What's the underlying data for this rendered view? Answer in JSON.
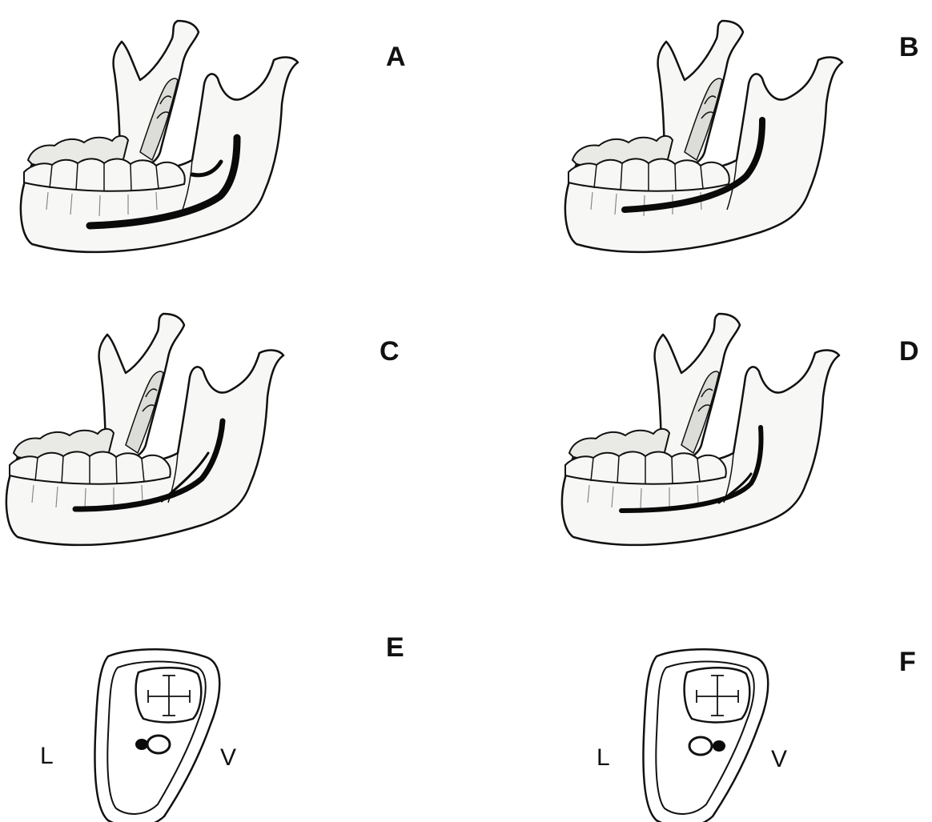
{
  "panels": [
    {
      "label": "A",
      "canal": "A"
    },
    {
      "label": "B",
      "canal": "B"
    },
    {
      "label": "C",
      "canal": "C"
    },
    {
      "label": "D",
      "canal": "D"
    }
  ],
  "sections": [
    {
      "label": "E",
      "lingual": "L",
      "vestibular": "V",
      "canal_side": "lingual"
    },
    {
      "label": "F",
      "lingual": "L",
      "vestibular": "V",
      "canal_side": "vestibular"
    }
  ],
  "colors": {
    "line": "#111111",
    "bone_fill": "#f7f7f5",
    "shade": "#dcdcd8",
    "canal": "#0a0a0a"
  }
}
